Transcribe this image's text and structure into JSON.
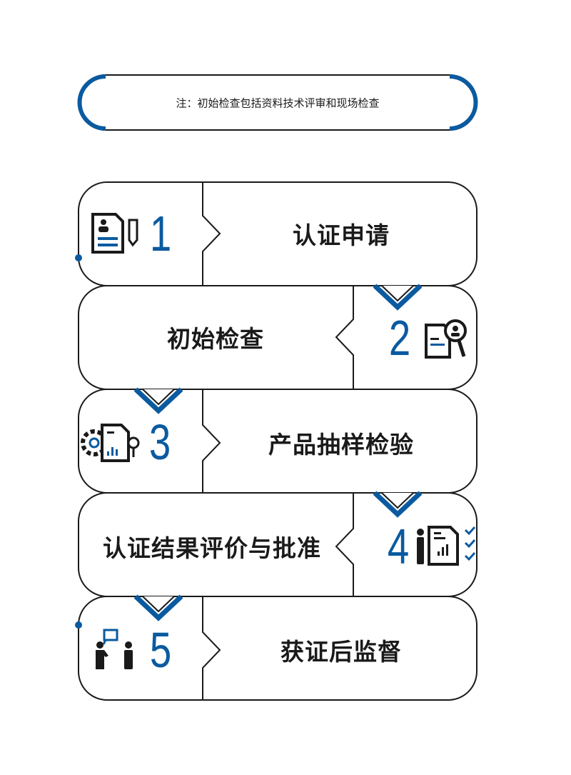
{
  "note": "注：初始检查包括资料技术评审和现场检查",
  "steps": [
    {
      "number": "1",
      "label": "认证申请",
      "icon": "application-form-icon"
    },
    {
      "number": "2",
      "label": "初始检查",
      "icon": "document-magnifier-icon"
    },
    {
      "number": "3",
      "label": "产品抽样检验",
      "icon": "gear-report-icon"
    },
    {
      "number": "4",
      "label": "认证结果评价与批准",
      "icon": "person-report-checklist-icon"
    },
    {
      "number": "5",
      "label": "获证后监督",
      "icon": "people-discussion-icon"
    }
  ],
  "colors": {
    "accent": "#0a5aa0",
    "line": "#1a1a1a"
  }
}
